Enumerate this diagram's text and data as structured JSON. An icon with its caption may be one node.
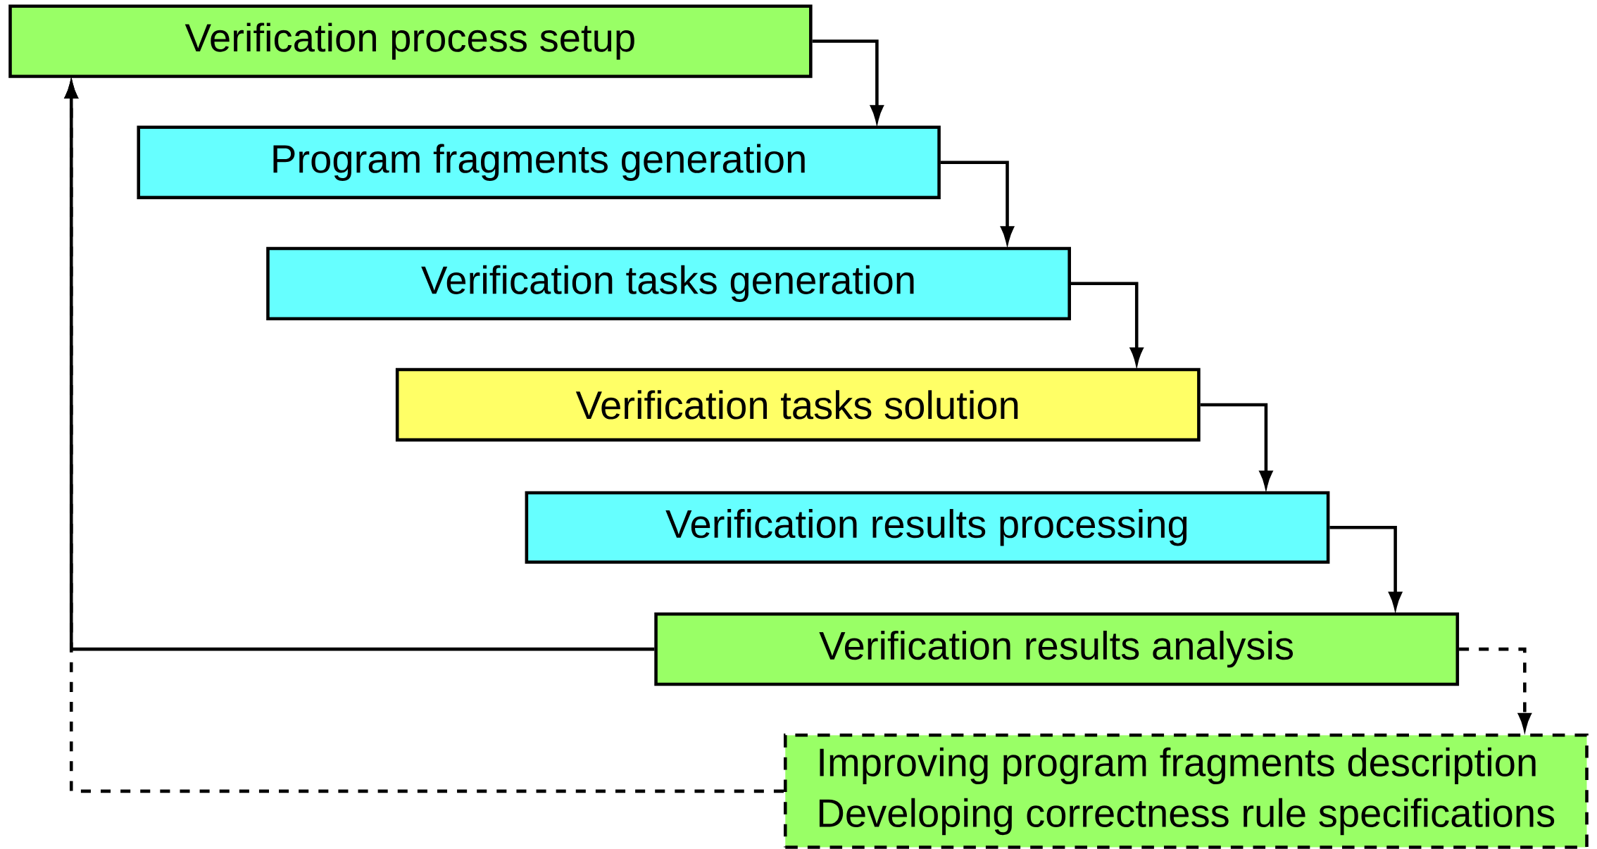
{
  "diagram": {
    "nodes": [
      {
        "text": [
          "Verification process setup"
        ]
      },
      {
        "text": [
          "Program fragments generation"
        ]
      },
      {
        "text": [
          "Verification tasks generation"
        ]
      },
      {
        "text": [
          "Verification tasks solution"
        ]
      },
      {
        "text": [
          "Verification results processing"
        ]
      },
      {
        "text": [
          "Verification results analysis"
        ]
      },
      {
        "text": [
          "Improving program fragments description",
          "Developing correctness rule specifications"
        ]
      }
    ],
    "edges": [
      {
        "from": 0,
        "to": 1,
        "arrow": "to"
      },
      {
        "from": 1,
        "to": 2,
        "arrow": "to"
      },
      {
        "from": 2,
        "to": 3,
        "arrow": "to"
      },
      {
        "from": 3,
        "to": 4,
        "arrow": "to"
      },
      {
        "from": 4,
        "to": 5,
        "arrow": "to"
      },
      {
        "from": 5,
        "to": 0,
        "arrow": "to"
      },
      {
        "from": 5,
        "to": 6,
        "arrow": "to",
        "style": "dashed"
      },
      {
        "from": 6,
        "to": 0,
        "arrow": "to",
        "style": "dashed"
      }
    ]
  }
}
